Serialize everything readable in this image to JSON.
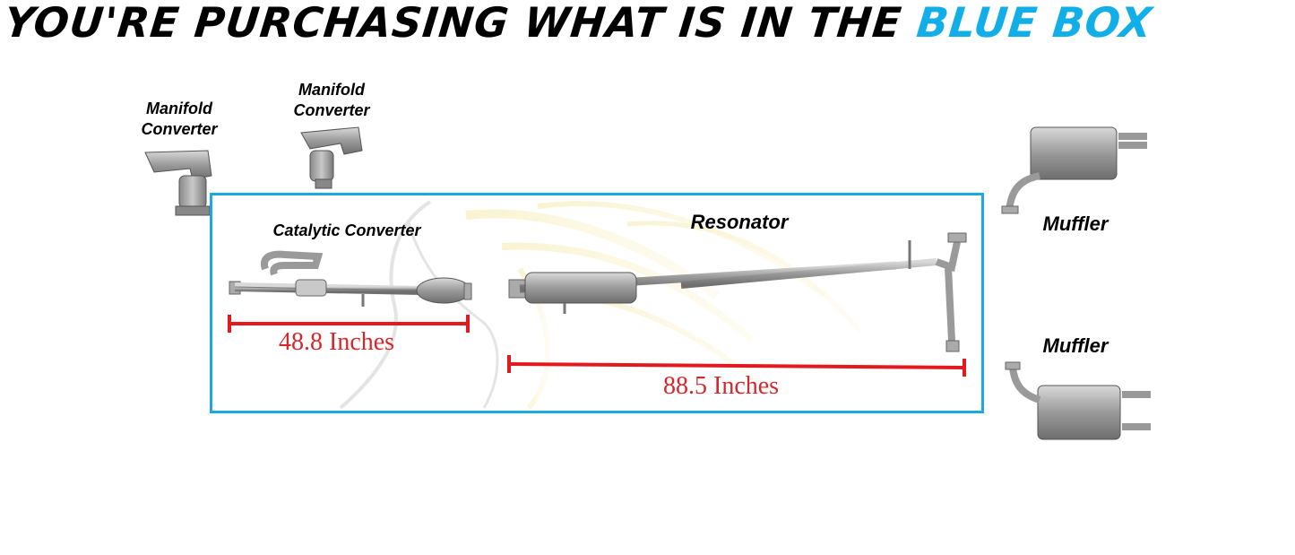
{
  "headline": {
    "main": "YOU'RE PURCHASING WHAT IS IN THE ",
    "accent": "BLUE BOX"
  },
  "labels": {
    "manifold_left": "Manifold\nConverter",
    "manifold_right": "Manifold\nConverter",
    "catalytic": "Catalytic Converter",
    "resonator": "Resonator",
    "muffler_top": "Muffler",
    "muffler_bottom": "Muffler"
  },
  "dimensions": {
    "catalytic_length": "48.8 Inches",
    "resonator_length": "88.5 Inches"
  },
  "colors": {
    "accent_blue": "#12aee8",
    "box_border": "#1aa9e1",
    "dimension_red": "#e3191f",
    "part_gray": "#9a9a9a"
  }
}
